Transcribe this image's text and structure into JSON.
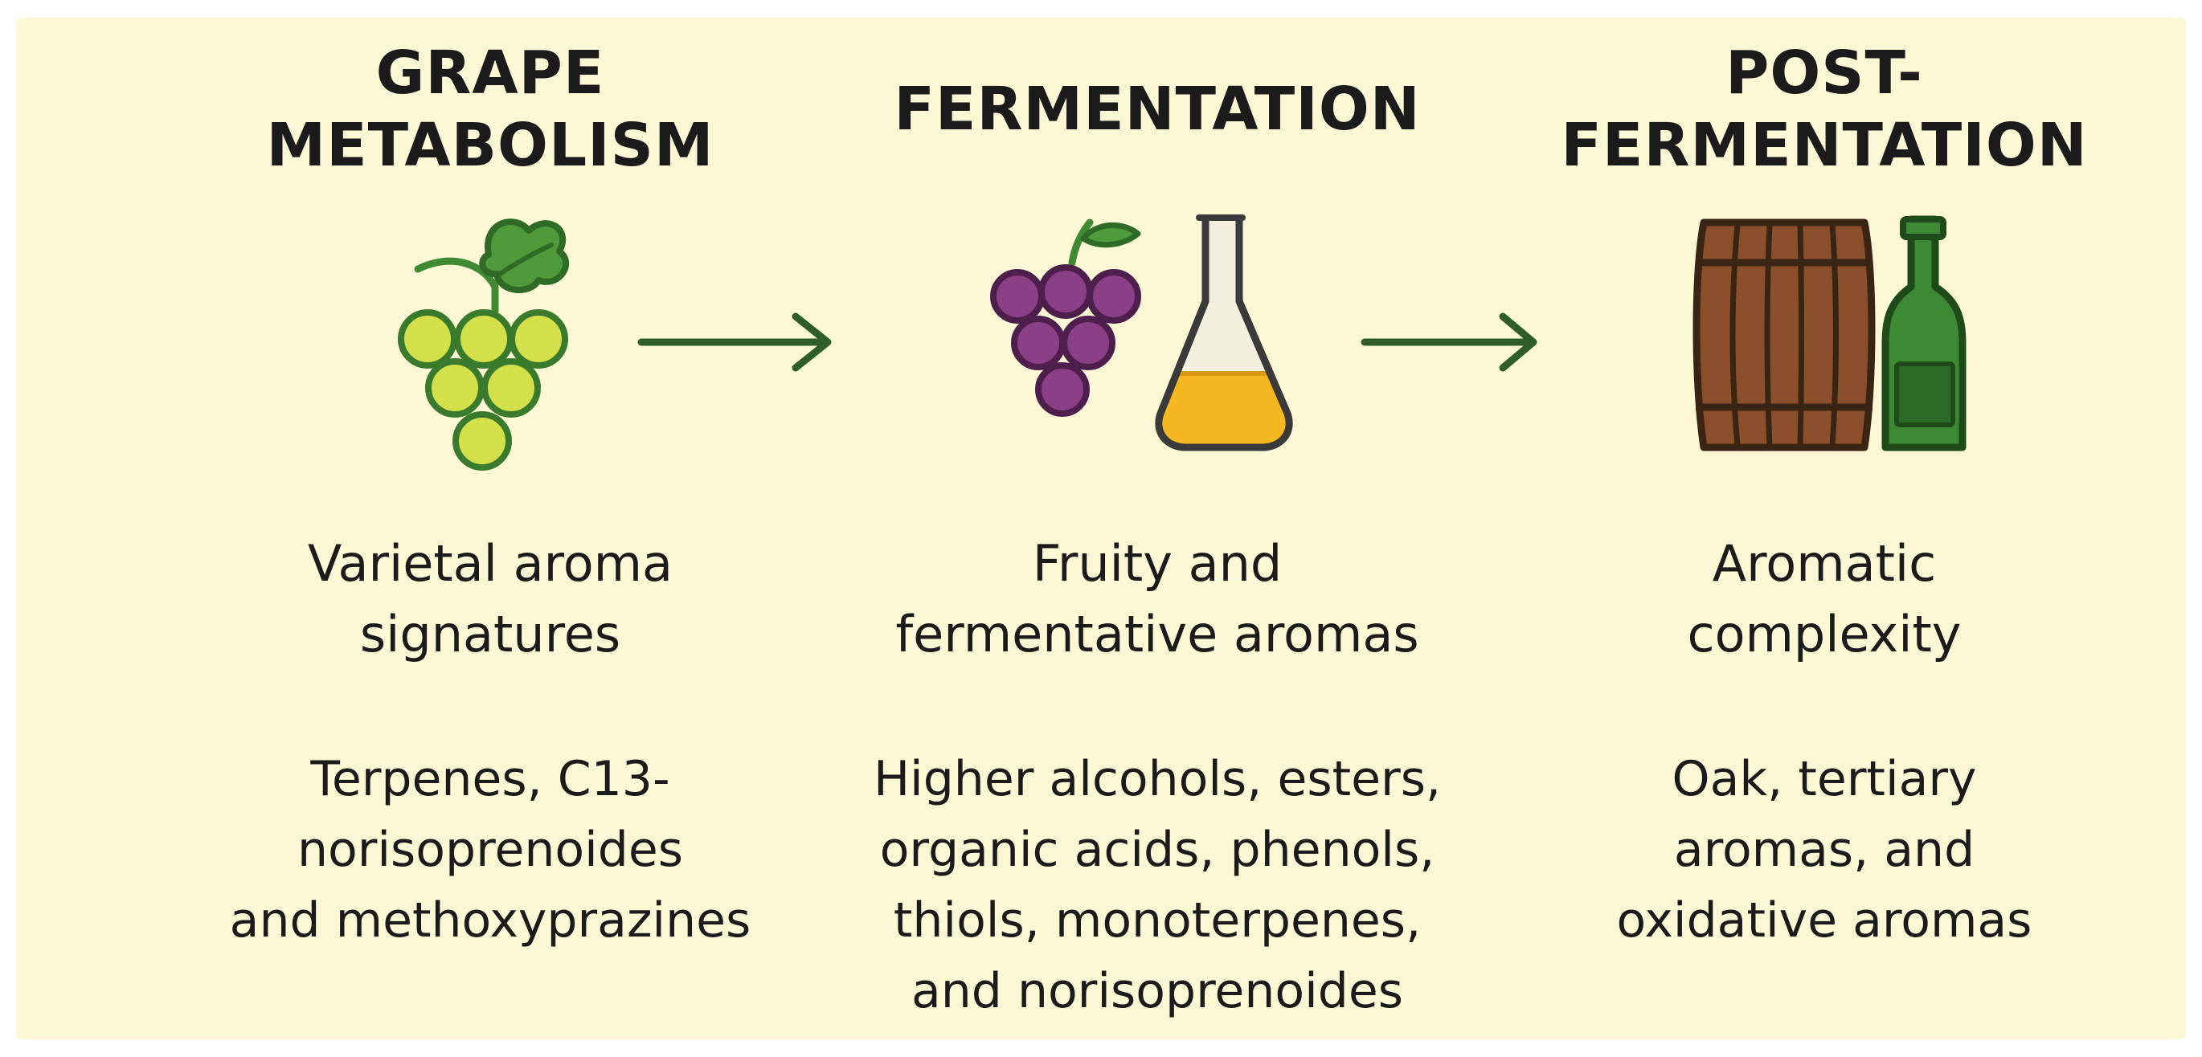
{
  "stages": [
    {
      "title": "GRAPE\nMETABOLISM",
      "subtitle": "Varietal aroma\nsignatures",
      "compounds": "Terpenes, C13-\nnorisoprenoides\nand methoxyprazines",
      "icon": "green-grape-cluster-icon"
    },
    {
      "title": "FERMENTATION",
      "subtitle": "Fruity and\nfermentative aromas",
      "compounds": "Higher alcohols, esters,\norganic acids, phenols,\nthiols, monoterpenes,\nand norisoprenoides",
      "icon": "purple-grapes-and-flask-icon"
    },
    {
      "title": "POST-\nFERMENTATION",
      "subtitle": "Aromatic\ncomplexity",
      "compounds": "Oak, tertiary\naromas, and\noxidative aromas",
      "icon": "barrel-and-wine-bottle-icon"
    }
  ],
  "colors": {
    "background": "#fcf8d6",
    "arrow": "#2f5e2b",
    "green_grape": "#d4e04a",
    "purple_grape": "#8a3f86",
    "leaf": "#3f8a32",
    "barrel": "#8b4f2b",
    "bottle": "#3e8a34",
    "liquid": "#f6b820"
  }
}
